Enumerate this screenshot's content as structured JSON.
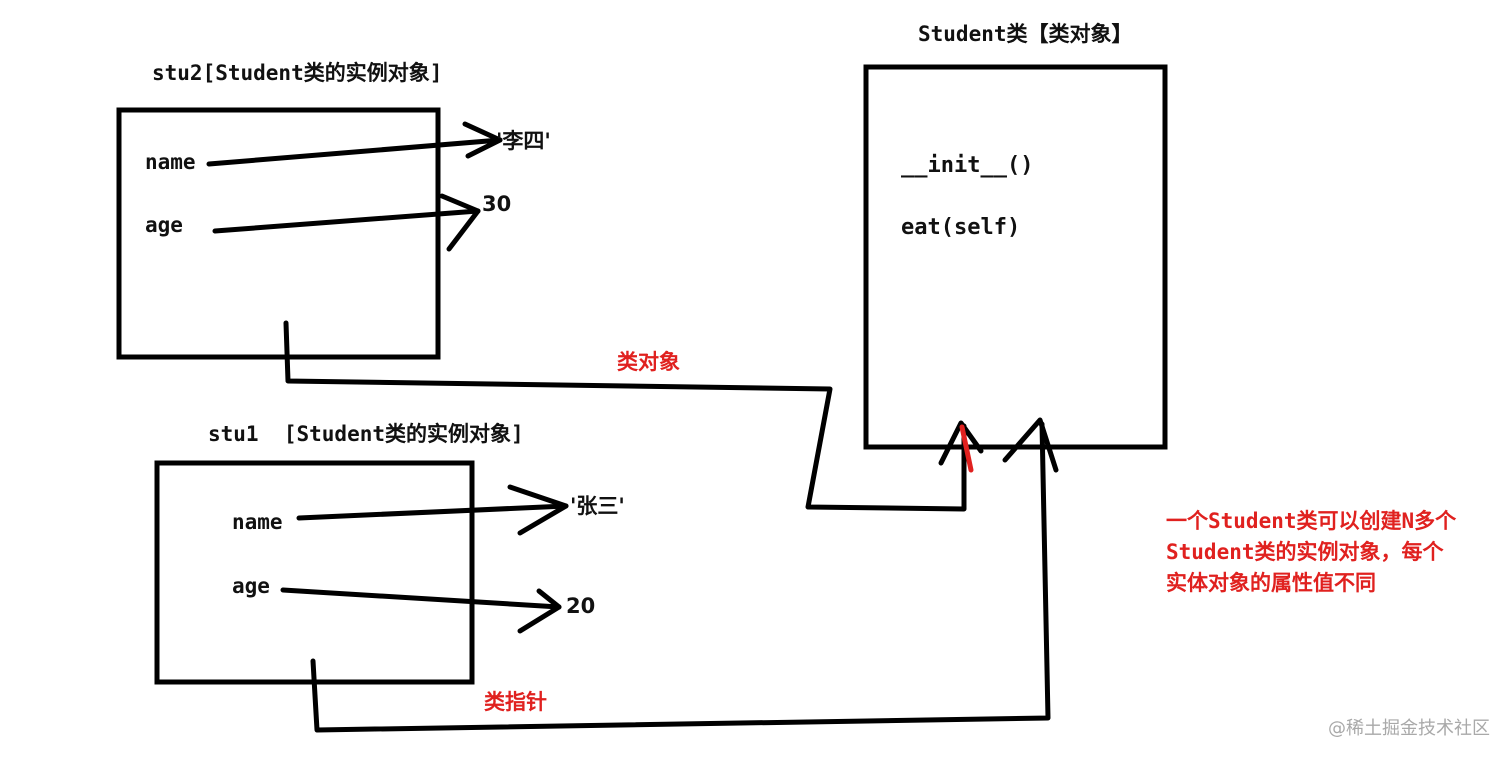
{
  "diagram": {
    "class_box": {
      "title": "Student类【类对象】",
      "methods": [
        "__init__()",
        "eat(self)"
      ]
    },
    "stu2": {
      "title": "stu2[Student类的实例对象]",
      "attrs": [
        {
          "name": "name",
          "value": "'李四'"
        },
        {
          "name": "age",
          "value": "30"
        }
      ]
    },
    "stu1": {
      "title": "stu1  [Student类的实例对象]",
      "attrs": [
        {
          "name": "name",
          "value": "'张三'"
        },
        {
          "name": "age",
          "value": "20"
        }
      ]
    },
    "edge_labels": {
      "class_object": "类对象",
      "class_pointer": "类指针"
    },
    "note": "一个Student类可以创建N多个\nStudent类的实例对象，每个\n实体对象的属性值不同",
    "watermark": "@稀土掘金技术社区",
    "colors": {
      "line": "#000000",
      "accent_red": "#e0211f",
      "watermark": "#a9a9a9"
    }
  }
}
